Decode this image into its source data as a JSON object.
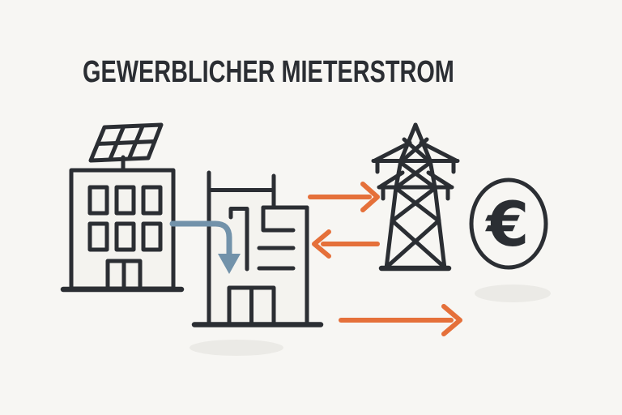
{
  "title": "GEWERBLICHER MIETERSTROM",
  "colors": {
    "background": "#f7f6f3",
    "ink": "#2b2e33",
    "accent_orange": "#e5703a",
    "accent_blue": "#7292aa",
    "paper": "#f4f3ef",
    "shadow": "#ebeae6"
  },
  "illustration": {
    "euro_symbol": "€",
    "icons": [
      {
        "name": "solar-building-icon"
      },
      {
        "name": "solar-panel-icon"
      },
      {
        "name": "tenant-building-icon"
      },
      {
        "name": "power-pylon-icon"
      },
      {
        "name": "euro-coin-icon"
      }
    ],
    "arrows": [
      {
        "name": "solar-flow-arrow",
        "color": "blue",
        "direction": "down"
      },
      {
        "name": "grid-feed-in-arrow",
        "color": "orange",
        "direction": "right"
      },
      {
        "name": "grid-supply-arrow",
        "color": "orange",
        "direction": "left"
      },
      {
        "name": "payment-arrow",
        "color": "orange",
        "direction": "right"
      }
    ]
  }
}
